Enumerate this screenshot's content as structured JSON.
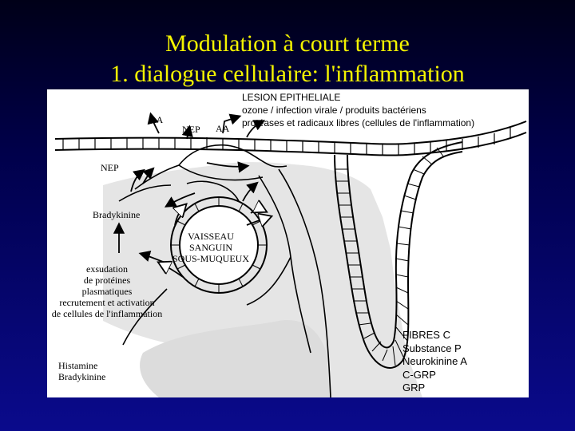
{
  "slide": {
    "title_line1": "Modulation à court terme",
    "title_line2": "1. dialogue cellulaire: l'inflammation"
  },
  "diagram": {
    "lesion": {
      "heading": "LESION EPITHELIALE",
      "line1": "ozone / infection virale / produits bactériens",
      "line2": "protéases et radicaux libres (cellules de l'inflammation)"
    },
    "labels": {
      "aa_left": "AA",
      "nep_top": "NEP",
      "aa_right": "AA",
      "nep_left": "NEP",
      "bradykinine": "Bradykinine"
    },
    "vessel": {
      "line1": "VAISSEAU",
      "line2": "SANGUIN",
      "line3": "SOUS-MUQUEUX"
    },
    "exsudation": {
      "line1": "exsudation",
      "line2": "de protéines",
      "line3": "plasmatiques",
      "line4": "recrutement et activation",
      "line5": "de cellules de l'inflammation"
    },
    "mediators": {
      "line1": "Histamine",
      "line2": "Bradykinine"
    },
    "fibres": {
      "line1": "FIBRES C",
      "line2": "Substance P",
      "line3": "Neurokinine A",
      "line4": "C-GRP",
      "line5": "GRP"
    }
  },
  "colors": {
    "title": "#f4f400",
    "background_top": "#000018",
    "background_bottom": "#0a0a8c",
    "panel": "#ffffff"
  }
}
